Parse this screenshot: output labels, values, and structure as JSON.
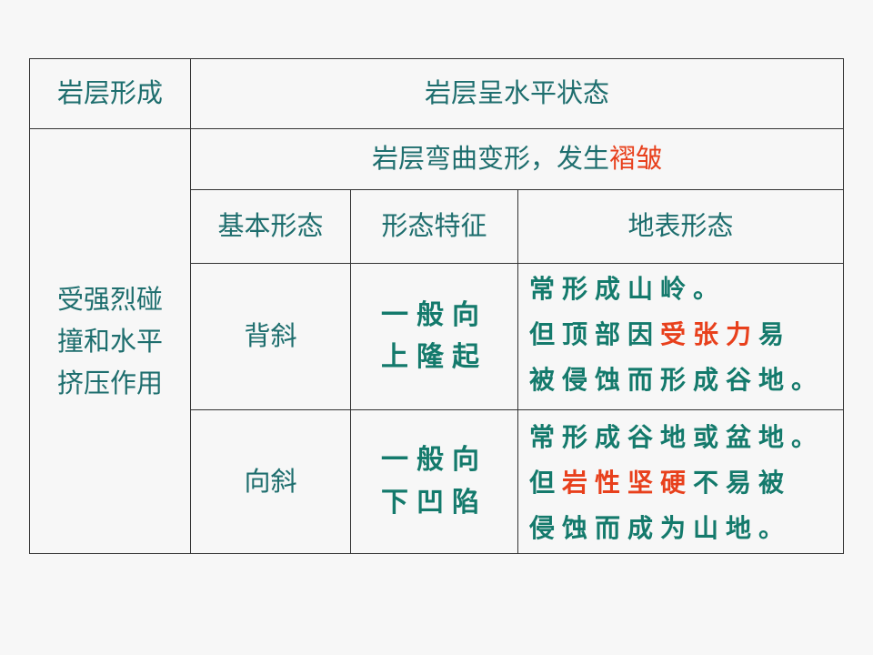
{
  "table": {
    "header_left": "岩层形成",
    "header_right": "岩层呈水平状态",
    "left_label": "受强烈碰\n撞和水平\n挤压作用",
    "subheader_text": "岩层弯曲变形，发生",
    "subheader_highlight": "褶皱",
    "col_basic_form": "基本形态",
    "col_feature": "形态特征",
    "col_surface": "地表形态",
    "rows": [
      {
        "form": "背斜",
        "feature": "一般向\n上隆起",
        "surface_lines": [
          [
            {
              "t": "常形成山岭。",
              "hl": false
            }
          ],
          [
            {
              "t": "但顶部因",
              "hl": false
            },
            {
              "t": "受张力",
              "hl": true
            },
            {
              "t": "易",
              "hl": false
            }
          ],
          [
            {
              "t": "被侵蚀而形成谷地。",
              "hl": false
            }
          ]
        ]
      },
      {
        "form": "向斜",
        "feature": "一般向\n下凹陷",
        "surface_lines": [
          [
            {
              "t": "常形成谷地或盆地。",
              "hl": false
            }
          ],
          [
            {
              "t": "但",
              "hl": false
            },
            {
              "t": "岩性坚硬",
              "hl": true
            },
            {
              "t": "不易被",
              "hl": false
            }
          ],
          [
            {
              "t": "侵蚀而成为山地。",
              "hl": false
            }
          ]
        ]
      }
    ]
  },
  "colors": {
    "text": "#1e6e6e",
    "handwritten": "#147a6c",
    "highlight": "#e8401c",
    "border": "#333333",
    "background": "#f7f7f7"
  }
}
